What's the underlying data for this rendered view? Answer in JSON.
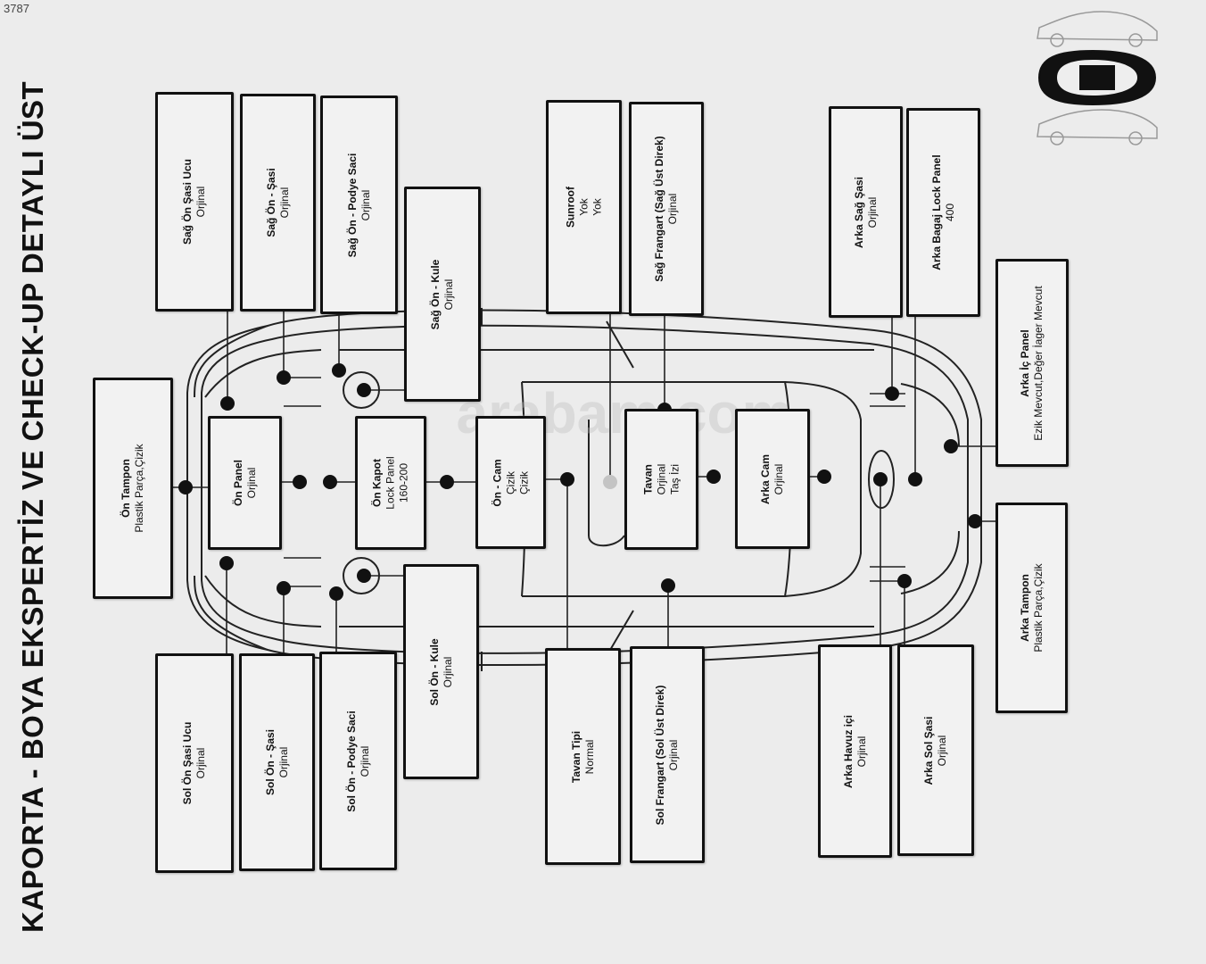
{
  "page_number": "3787",
  "title": "KAPORTA - BOYA EKSPERTİZ VE CHECK-UP DETAYLI ÜST",
  "watermark": "arabam.com",
  "boxes": [
    {
      "id": "sag-on-sasi-ucu",
      "title": "Sağ Ön Şasi Ucu",
      "lines": [
        "Orjinal"
      ]
    },
    {
      "id": "sag-on-sasi",
      "title": "Sağ Ön - Şasi",
      "lines": [
        "Orjinal"
      ]
    },
    {
      "id": "sag-on-podye-saci",
      "title": "Sağ Ön - Podye Saci",
      "lines": [
        "Orjinal"
      ]
    },
    {
      "id": "sag-on-kule",
      "title": "Sağ Ön - Kule",
      "lines": [
        "Orjinal"
      ]
    },
    {
      "id": "sunroof",
      "title": "Sunroof",
      "lines": [
        "Yok",
        "Yok"
      ]
    },
    {
      "id": "sag-frangart",
      "title": "Sağ Frangart (Sağ Üst Direk)",
      "lines": [
        "Orjinal"
      ]
    },
    {
      "id": "arka-sag-sasi",
      "title": "Arka Sağ Şasi",
      "lines": [
        "Orjinal"
      ]
    },
    {
      "id": "arka-bagaj-lock-panel",
      "title": "Arka Bagaj Lock Panel",
      "lines": [
        "400"
      ]
    },
    {
      "id": "arka-ic-panel",
      "title": "Arka İç Panel",
      "lines": [
        "Ezik Mevcut,Değer İager Mevcut"
      ]
    },
    {
      "id": "on-tampon",
      "title": "Ön Tampon",
      "lines": [
        "Plastik Parça,Çizik"
      ]
    },
    {
      "id": "on-panel",
      "title": "Ön Panel",
      "lines": [
        "Orjinal"
      ]
    },
    {
      "id": "on-kapot",
      "title": "Ön Kapot",
      "lines": [
        "Lock Panel",
        "160-200"
      ]
    },
    {
      "id": "on-cam",
      "title": "Ön - Cam",
      "lines": [
        "Çizik",
        "Çizik"
      ]
    },
    {
      "id": "tavan",
      "title": "Tavan",
      "lines": [
        "Orjinal",
        "Taş İzi"
      ]
    },
    {
      "id": "arka-cam",
      "title": "Arka Cam",
      "lines": [
        "Orjinal"
      ]
    },
    {
      "id": "arka-tampon",
      "title": "Arka Tampon",
      "lines": [
        "Plastik Parça,Çizik"
      ]
    },
    {
      "id": "sol-on-sasi-ucu",
      "title": "Sol Ön Şasi Ucu",
      "lines": [
        "Orjinal"
      ]
    },
    {
      "id": "sol-on-sasi",
      "title": "Sol Ön - Şasi",
      "lines": [
        "Orjinal"
      ]
    },
    {
      "id": "sol-on-podye-saci",
      "title": "Sol Ön - Podye Saci",
      "lines": [
        "Orjinal"
      ]
    },
    {
      "id": "sol-on-kule",
      "title": "Sol Ön - Kule",
      "lines": [
        "Orjinal"
      ]
    },
    {
      "id": "tavan-tipi",
      "title": "Tavan Tipi",
      "lines": [
        "Normal"
      ]
    },
    {
      "id": "sol-frangart",
      "title": "Sol Frangart (Sol Üst Direk)",
      "lines": [
        "Orjinal"
      ]
    },
    {
      "id": "arka-havuz-ici",
      "title": "Arka Havuz içi",
      "lines": [
        "Orjinal"
      ]
    },
    {
      "id": "arka-sol-sasi",
      "title": "Arka Sol Şasi",
      "lines": [
        "Orjinal"
      ]
    }
  ]
}
